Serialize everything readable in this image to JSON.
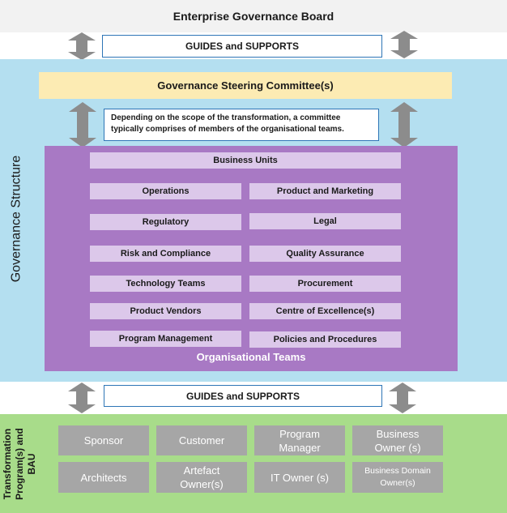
{
  "board": {
    "title": "Enterprise Governance Board"
  },
  "guides_top": {
    "label": "GUIDES and SUPPORTS"
  },
  "governance": {
    "label": "Governance Structure",
    "steering": "Governance Steering Committee(s)",
    "note_line1": "Depending on the scope of the transformation,  a committee",
    "note_line2": "typically comprises of members of the organisational  teams."
  },
  "org": {
    "title": "Organisational Teams",
    "business_units": "Business Units",
    "teams": [
      "Operations",
      "Product and Marketing",
      "Regulatory",
      "Legal",
      "Risk and Compliance",
      "Quality Assurance",
      "Technology Teams",
      "Procurement",
      "Product Vendors",
      "Centre of Excellence(s)",
      "Program Management",
      "Policies and Procedures"
    ]
  },
  "guides_bottom": {
    "label": "GUIDES and SUPPORTS"
  },
  "transformation": {
    "label_line1": "Transformation",
    "label_line2": "Program(s)  and",
    "label_line3": "BAU",
    "roles": [
      {
        "line1": "Sponsor",
        "line2": ""
      },
      {
        "line1": "Customer",
        "line2": ""
      },
      {
        "line1": "Program",
        "line2": "Manager"
      },
      {
        "line1": "Business",
        "line2": "Owner (s)"
      },
      {
        "line1": "Architects",
        "line2": ""
      },
      {
        "line1": "Artefact",
        "line2": "Owner(s)"
      },
      {
        "line1": "IT Owner (s)",
        "line2": ""
      },
      {
        "line1": "Business Domain",
        "line2": "Owner(s)"
      }
    ]
  },
  "colors": {
    "arrow": "#8c8c8c",
    "governance_band": "#b4dff0",
    "org_panel": "#a879c4",
    "team_box": "#dcc8ea",
    "steering": "#fcebb3",
    "transformation_band": "#a8dc8a",
    "role_box": "#a6a6a6",
    "box_border": "#2e75b6"
  },
  "icons": {
    "arrow": "double-headed-vertical-arrow-icon"
  }
}
